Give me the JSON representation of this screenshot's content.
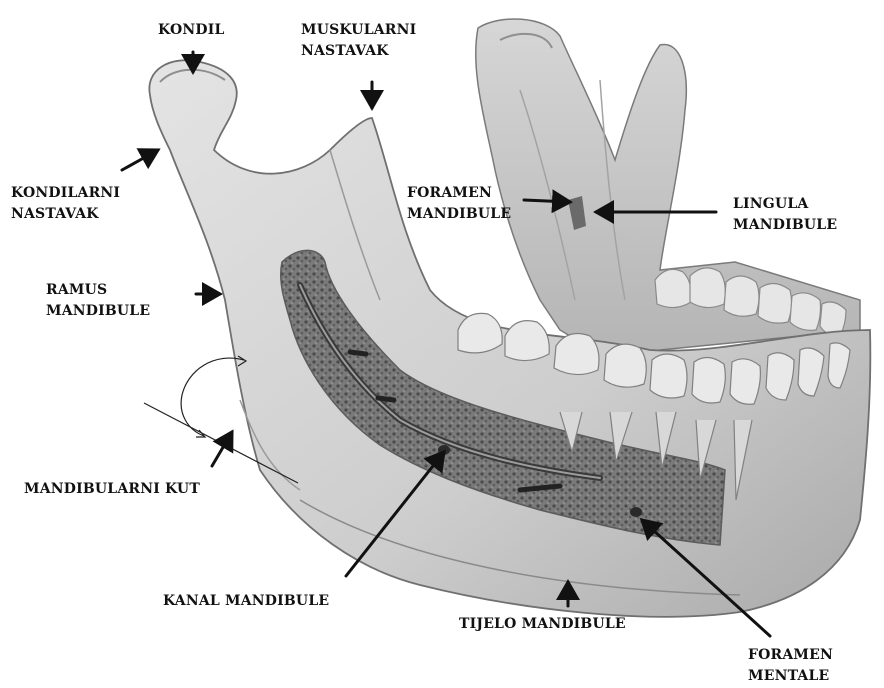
{
  "labels": {
    "kondil": "KONDIL",
    "muskularni_line1": "MUSKULARNI",
    "muskularni_line2": "NASTAVAK",
    "kondilarni_line1": "KONDILARNI",
    "kondilarni_line2": "NASTAVAK",
    "foramen_mandibule_line1": "FORAMEN",
    "foramen_mandibule_line2": "MANDIBULE",
    "lingula_line1": "LINGULA",
    "lingula_line2": "MANDIBULE",
    "ramus_line1": "RAMUS",
    "ramus_line2": "MANDIBULE",
    "mandibularni_kut": "MANDIBULARNI KUT",
    "kanal_mandibule": "KANAL MANDIBULE",
    "tijelo_mandibule": "TIJELO MANDIBULE",
    "foramen_mentale_line1": "FORAMEN",
    "foramen_mentale_line2": "MENTALE"
  },
  "colors": {
    "bone_light": "#dedede",
    "bone_mid": "#c2c2c2",
    "bone_dark": "#8c8c8c",
    "marrow": "#6e6e6e",
    "tooth": "#e9e9e9",
    "ink": "#111111"
  }
}
